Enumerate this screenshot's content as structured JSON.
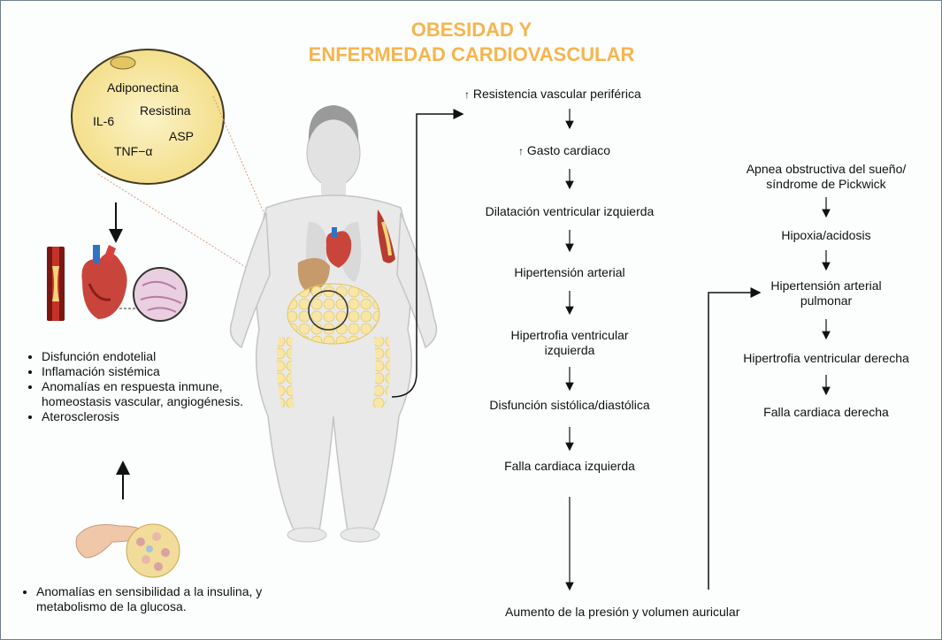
{
  "title": {
    "line1": "OBESIDAD Y",
    "line2": "ENFERMEDAD CARDIOVASCULAR"
  },
  "adipocyte": {
    "labels": [
      "Adiponectina",
      "IL-6",
      "Resistina",
      "ASP",
      "TNF−α"
    ]
  },
  "left_effects": {
    "items": [
      "Disfunción endotelial",
      "Inflamación sistémica",
      "Anomalías en respuesta inmune, homeostasis vascular, angiogénesis.",
      "Aterosclerosis"
    ]
  },
  "pancreas_effects": {
    "items": [
      "Anomalías en sensibilidad a la insulina, y metabolismo de la glucosa."
    ]
  },
  "left_chain": {
    "steps": [
      "Resistencia vascular periférica",
      "Gasto cardiaco",
      "Dilatación ventricular izquierda",
      "Hipertensión arterial",
      "Hipertrofia ventricular izquierda",
      "Disfunción sistólica/diastólica",
      "Falla cardiaca izquierda"
    ],
    "up_arrow": "↑"
  },
  "right_chain": {
    "steps": [
      "Apnea obstructiva del sueño/ síndrome de Pickwick",
      "Hipoxia/acidosis",
      "Hipertensión arterial pulmonar",
      "Hipertrofia ventricular derecha",
      "Falla cardiaca derecha"
    ]
  },
  "bottom": {
    "label": "Aumento de la presión y volumen auricular"
  },
  "colors": {
    "title": "#f5b54e",
    "text": "#111111",
    "fat": "#f6e3a0",
    "body": "#e9e9e9"
  }
}
